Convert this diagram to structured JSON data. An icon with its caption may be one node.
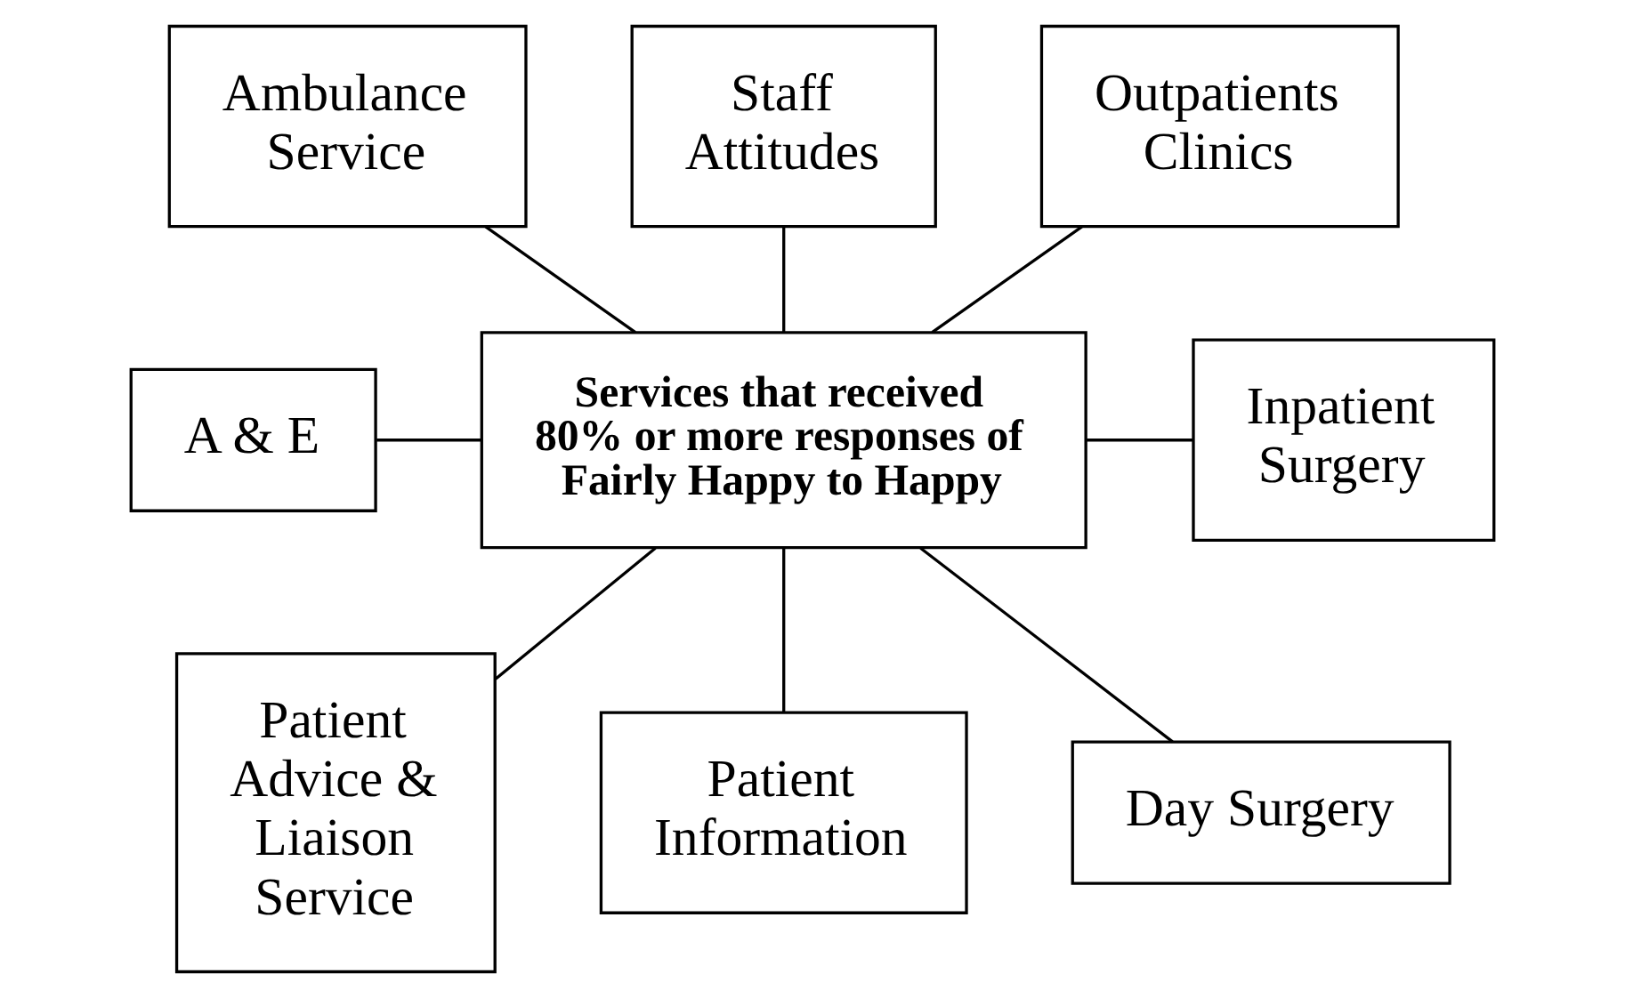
{
  "diagram": {
    "nodes": [
      {
        "text": [
          "Ambulance Service"
        ]
      },
      {
        "text": [
          "Staff Attitudes"
        ]
      },
      {
        "text": [
          "Outpatients Clinics"
        ]
      },
      {
        "text": [
          "A & E"
        ]
      },
      {
        "text": [
          "Services that received 80% or more responses of Fairly Happy to Happy"
        ]
      },
      {
        "text": [
          "Inpatient Surgery"
        ]
      },
      {
        "text": [
          "Patient Advice & Liaison Service"
        ]
      },
      {
        "text": [
          "Patient Information"
        ]
      },
      {
        "text": [
          "Day Surgery"
        ]
      }
    ],
    "edges": [
      {
        "from": 0,
        "to": 4,
        "arrow": "none"
      },
      {
        "from": 1,
        "to": 4,
        "arrow": "none"
      },
      {
        "from": 2,
        "to": 4,
        "arrow": "none"
      },
      {
        "from": 3,
        "to": 4,
        "arrow": "none"
      },
      {
        "from": 4,
        "to": 5,
        "arrow": "none"
      },
      {
        "from": 4,
        "to": 6,
        "arrow": "none"
      },
      {
        "from": 4,
        "to": 7,
        "arrow": "none"
      },
      {
        "from": 4,
        "to": 8,
        "arrow": "none"
      }
    ]
  }
}
